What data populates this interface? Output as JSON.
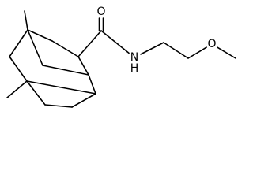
{
  "molecule": {
    "colors": {
      "bond": "#000000",
      "label": "#000000",
      "background": "#ffffff"
    },
    "labels": {
      "carbonyl_oxygen": "O",
      "amide_nitrogen": "N",
      "amide_hydrogen": "H",
      "ether_oxygen": "O"
    }
  }
}
